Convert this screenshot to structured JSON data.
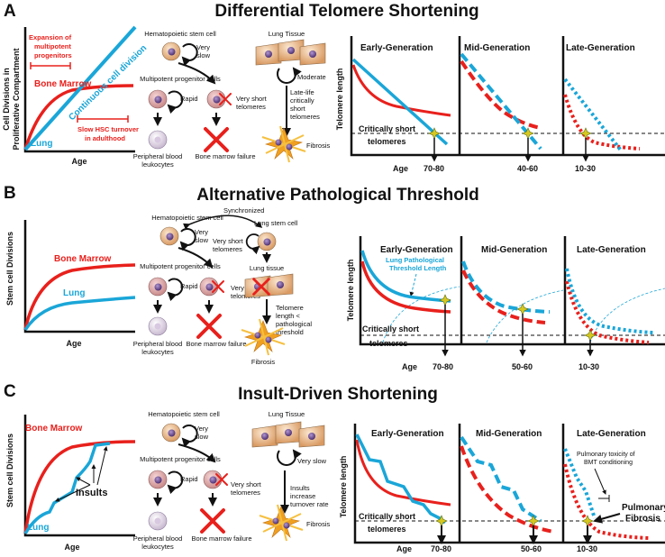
{
  "colors": {
    "red": "#e8201c",
    "blue": "#1aa6d8",
    "cell": "#e2b48a",
    "nucleus": "#6b4a8a",
    "fibrosis": "#f0a020"
  },
  "panelA": {
    "letter": "A",
    "title": "Differential Telomere Shortening",
    "ylabel1": "Cell Divisions in",
    "ylabel2": "Proliferative Compartment",
    "xlabel": "Age",
    "note_expansion": [
      "Expansion of",
      "multipotent",
      "progenitors"
    ],
    "bone_marrow": "Bone Marrow",
    "continuous": "Continuous cell division",
    "lung": "Lung",
    "note_hsc": [
      "Slow HSC turnover",
      "in adulthood"
    ],
    "hsc": "Hematopoietic stem cell",
    "very_slow": [
      "Very",
      "slow"
    ],
    "mpc": "Multipotent progenitor cells",
    "rapid": "Rapid",
    "very_short": [
      "Very short",
      "telomeres"
    ],
    "pbl": [
      "Peripheral blood",
      "leukocytes"
    ],
    "bmf": "Bone marrow failure",
    "lung_tissue": "Lung Tissue",
    "moderate": "Moderate",
    "late_life": [
      "Late-life",
      "critically",
      "short",
      "telomeres"
    ],
    "fibrosis": "Fibrosis",
    "gen_early": "Early-Generation",
    "gen_mid": "Mid-Generation",
    "gen_late": "Late-Generation",
    "tl": "Telomere length",
    "crit": [
      "Critically short",
      "telomeres"
    ],
    "age": "Age",
    "ages": [
      "70-80",
      "40-60",
      "10-30"
    ]
  },
  "panelB": {
    "letter": "B",
    "title": "Alternative Pathological Threshold",
    "ylabel": "Stem cell Divisions",
    "xlabel": "Age",
    "bone_marrow": "Bone Marrow",
    "lung": "Lung",
    "hsc": "Hematopoietic stem cell",
    "synchronized": "Synchronized",
    "lsc": "Lung stem cell",
    "very_slow": [
      "Very",
      "slow"
    ],
    "very_short": [
      "Very short",
      "telomeres"
    ],
    "mpc": "Multipotent progenitor cells",
    "rapid": "Rapid",
    "pbl": [
      "Peripheral blood",
      "leukocytes"
    ],
    "bmf": "Bone marrow failure",
    "lung_tissue": "Lung tissue",
    "threshold_note": [
      "Telomere",
      "length <",
      "pathological",
      "threshold"
    ],
    "fibrosis": "Fibrosis",
    "gen_early": "Early-Generation",
    "gen_mid": "Mid-Generation",
    "gen_late": "Late-Generation",
    "lung_threshold": [
      "Lung Pathological",
      "Threshold Length"
    ],
    "tl": "Telomere length",
    "crit": [
      "Critically short",
      "telomeres"
    ],
    "age": "Age",
    "ages": [
      "70-80",
      "50-60",
      "10-30"
    ]
  },
  "panelC": {
    "letter": "C",
    "title": "Insult-Driven Shortening",
    "ylabel": "Stem cell Divisions",
    "xlabel": "Age",
    "bone_marrow": "Bone Marrow",
    "insults": "Insults",
    "lung": "Lung",
    "hsc": "Hematopoietic stem cell",
    "very_slow": [
      "Very",
      "slow"
    ],
    "mpc": "Multipotent progenitor cells",
    "rapid": "Rapid",
    "very_short": [
      "Very short",
      "telomeres"
    ],
    "pbl": [
      "Peripheral blood",
      "leukocytes"
    ],
    "bmf": "Bone marrow failure",
    "lung_tissue": "Lung Tissue",
    "very_slow2": "Very slow",
    "insults_note": [
      "Insults",
      "increase",
      "turnover rate"
    ],
    "fibrosis": "Fibrosis",
    "gen_early": "Early-Generation",
    "gen_mid": "Mid-Generation",
    "gen_late": "Late-Generation",
    "pulm_tox": [
      "Pulmonary toxicity of",
      "BMT conditioning"
    ],
    "pulm_fib": [
      "Pulmonary",
      "Fibrosis"
    ],
    "tl": "Telomere length",
    "crit": [
      "Critically short",
      "telomeres"
    ],
    "age": "Age",
    "ages": [
      "70-80",
      "50-60",
      "10-30"
    ]
  }
}
